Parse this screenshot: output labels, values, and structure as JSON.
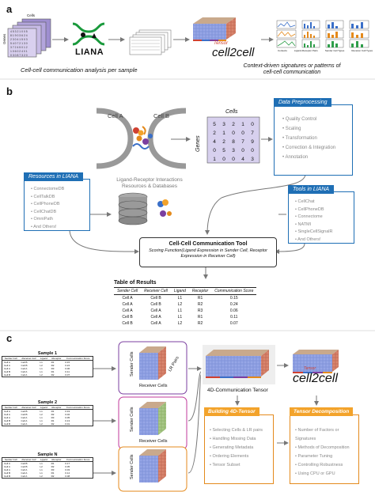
{
  "panel_a": {
    "letter": "a",
    "matrix_genes_label": "Genes",
    "matrix_cells_label": "Cells",
    "liana_label": "LIANA",
    "caption_left": "Cell-cell communication analysis per sample",
    "tensor_word": "Tensor",
    "c2c_word": "cell2cell",
    "caption_right": "Context-driven signatures or patterns of cell-cell communication",
    "factor_labels": [
      "Contexts",
      "Ligand-Receptor Pairs",
      "Sender Cell Types",
      "Receiver Cell Types"
    ]
  },
  "panel_b": {
    "letter": "b",
    "cell_a_label": "Cell A",
    "cell_b_label": "Cell B",
    "matrix_cells_label": "Cells",
    "matrix_genes_label": "Genes",
    "matrix_rows": [
      [
        "5",
        "3",
        "2",
        "1",
        "0"
      ],
      [
        "2",
        "1",
        "0",
        "0",
        "7"
      ],
      [
        "4",
        "2",
        "8",
        "7",
        "9"
      ],
      [
        "0",
        "5",
        "3",
        "0",
        "0"
      ],
      [
        "1",
        "0",
        "0",
        "4",
        "3"
      ]
    ],
    "preprocessing": {
      "title": "Data Preprocessing",
      "items": [
        "Quality Control",
        "Scaling",
        "Transformation",
        "Correction & Integration",
        "Annotation"
      ]
    },
    "resources": {
      "title": "Resources in LIANA",
      "items": [
        "ConnectomeDB",
        "CellTalkDB",
        "CellPhoneDB",
        "CellChatDB",
        "OmniPath",
        "And Others!"
      ]
    },
    "db_title": "Ligand-Receptor Interactions Resources & Databases",
    "tools": {
      "title": "Tools in LIANA",
      "items": [
        "CellChat",
        "CellPhoneDB",
        "Connectome",
        "NATMI",
        "SingleCellSignalR",
        "And Others!"
      ]
    },
    "comm_tool": {
      "title": "Cell-Cell Communication Tool",
      "subtitle": "Scoring Function(Ligand Expression in Sender Cell, Receptor Expression in Receiver Cell)"
    },
    "results": {
      "title": "Table of Results",
      "headers": [
        "Sender Cell",
        "Receiver Cell",
        "Ligand",
        "Receptor",
        "Communication Score"
      ],
      "rows": [
        [
          "Cell A",
          "Cell B",
          "L1",
          "R1",
          "0.15"
        ],
        [
          "Cell A",
          "Cell B",
          "L2",
          "R2",
          "0.24"
        ],
        [
          "Cell A",
          "Cell A",
          "L1",
          "R3",
          "0.06"
        ],
        [
          "Cell B",
          "Cell A",
          "L1",
          "R1",
          "0.11"
        ],
        [
          "Cell B",
          "Cell A",
          "L2",
          "R2",
          "0.07"
        ]
      ]
    }
  },
  "panel_c": {
    "letter": "c",
    "samples": [
      {
        "title": "Sample 1",
        "rows": [
          [
            "Cell A",
            "Cell B",
            "L1",
            "R1",
            "0.15"
          ],
          [
            "Cell A",
            "Cell B",
            "L2",
            "R2",
            "0.24"
          ],
          [
            "Cell A",
            "Cell A",
            "L1",
            "R3",
            "0.06"
          ],
          [
            "Cell B",
            "Cell A",
            "L1",
            "R1",
            "0.11"
          ],
          [
            "Cell B",
            "Cell A",
            "L2",
            "R2",
            "0.07"
          ]
        ]
      },
      {
        "title": "Sample 2",
        "rows": [
          [
            "Cell A",
            "Cell B",
            "L1",
            "R1",
            "0.19"
          ],
          [
            "Cell A",
            "Cell B",
            "L2",
            "R2",
            "0.02"
          ],
          [
            "Cell A",
            "Cell A",
            "L1",
            "R3",
            "0.05"
          ],
          [
            "Cell B",
            "Cell A",
            "L1",
            "R1",
            "0.13"
          ],
          [
            "Cell B",
            "Cell A",
            "L2",
            "R2",
            "0.01"
          ]
        ]
      },
      {
        "title": "Sample N",
        "rows": [
          [
            "Cell A",
            "Cell B",
            "L1",
            "R1",
            "0.17"
          ],
          [
            "Cell A",
            "Cell B",
            "L2",
            "R2",
            "0.05"
          ],
          [
            "Cell A",
            "Cell A",
            "L1",
            "R3",
            "0.03"
          ],
          [
            "Cell B",
            "Cell A",
            "L1",
            "R1",
            "0.14"
          ],
          [
            "Cell B",
            "Cell A",
            "L2",
            "R2",
            "0.08"
          ]
        ]
      }
    ],
    "mini_headers": [
      "Sender Cell",
      "Receiver Cell",
      "Ligand",
      "Receptor",
      "Communication Score"
    ],
    "sender_label": "Sender Cells",
    "receiver_label": "Receiver Cells",
    "lr_label": "LR Pairs",
    "tensor_label": "4D-Communication Tensor",
    "tensor_word": "Tensor",
    "c2c_word": "cell2cell",
    "building": {
      "title": "Building 4D-Tensor",
      "items": [
        "Selecting Cells & LR pairs",
        "Handling Missing Data",
        "Generating Metadata",
        "Ordering Elements",
        "Tensor Subset"
      ]
    },
    "decomposition": {
      "title": "Tensor Decomposition",
      "items": [
        "Number of Factors or Signatures",
        "Methods of Decomposition",
        "Parameter Tuning",
        "Controlling Robustness",
        "Using CPU or GPU"
      ]
    }
  },
  "colors": {
    "blue": "#1f6fb5",
    "orange": "#f3a32b",
    "purple": "#7b3fa0",
    "magenta": "#c0399b",
    "red": "#d04030"
  }
}
